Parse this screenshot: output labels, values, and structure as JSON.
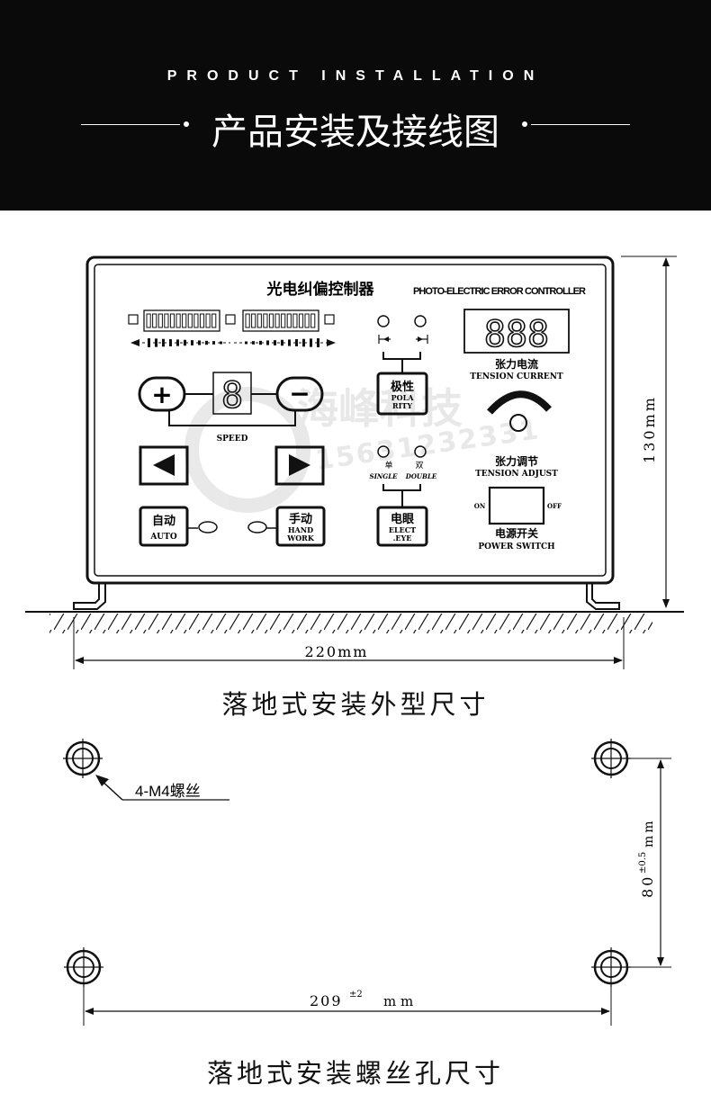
{
  "header": {
    "title_en": "PRODUCT INSTALLATION",
    "title_zh": "产品安装及接线图"
  },
  "panel": {
    "title_zh": "光电纠偏控制器",
    "title_en": "PHOTO-ELECTRIC ERROR CONTROLLER",
    "display_left": "8",
    "display_right": "888",
    "plus": "+",
    "minus": "−",
    "speed": "SPEED",
    "polarity_zh": "极性",
    "polarity_en_1": "POLA",
    "polarity_en_2": "RITY",
    "tension_current_zh": "张力电流",
    "tension_current_en": "TENSION CURRENT",
    "tension_adjust_zh": "张力调节",
    "tension_adjust_en": "TENSION ADJUST",
    "single_zh": "单",
    "single_en": "SINGLE",
    "double_zh": "双",
    "double_en": "DOUBLE",
    "auto_zh": "自动",
    "auto_en": "AUTO",
    "hand_zh": "手动",
    "hand_en_1": "HAND",
    "hand_en_2": "WORK",
    "eye_zh": "电眼",
    "eye_en_1": "ELECT",
    "eye_en_2": ".EYE",
    "switch_on": "ON",
    "switch_off": "OFF",
    "power_zh": "电源开关",
    "power_en": "POWER SWITCH",
    "watermark_name": "海峰科技",
    "watermark_phone": "15631232331"
  },
  "dimensions": {
    "width": "220mm",
    "height": "130mm",
    "hole_label": "4-M4螺丝",
    "hole_vertical": "80",
    "hole_vertical_tol": "±0.5",
    "hole_vertical_unit": "mm",
    "hole_horizontal": "209",
    "hole_horizontal_tol": "±2",
    "hole_horizontal_unit": "m m"
  },
  "captions": {
    "outline": "落地式安装外型尺寸",
    "holes": "落地式安装螺丝孔尺寸"
  }
}
